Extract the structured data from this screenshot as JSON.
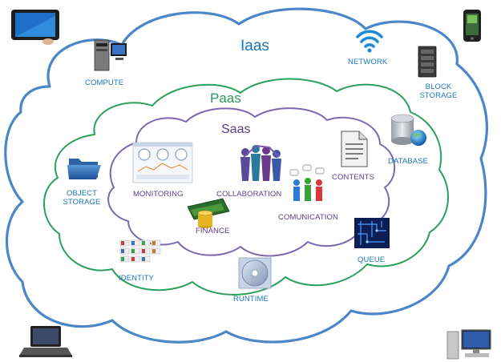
{
  "layers": {
    "iaas": {
      "title": "Iaas",
      "color": "#1b76b8"
    },
    "paas": {
      "title": "Paas",
      "color": "#2a9a5c"
    },
    "saas": {
      "title": "Saas",
      "color": "#5b3e8a"
    }
  },
  "iaas_items": {
    "compute": "COMPUTE",
    "network": "NETWORK",
    "block_storage": [
      "BLOCK",
      "STORAGE"
    ]
  },
  "paas_items": {
    "object_storage": [
      "OBJECT",
      "STORAGE"
    ],
    "database": "DATABASE",
    "identity": "IDENTITY",
    "runtime": "RUNTIME",
    "queue": "QUEUE"
  },
  "saas_items": {
    "monitoring": "MONITORING",
    "collaboration": "COLLABORATION",
    "contents": "CONTENTS",
    "finance": "FINANCE",
    "communication": "COMUNICATION"
  },
  "devices": [
    "tablet-icon",
    "smartphone-icon",
    "laptop-icon",
    "desktop-pc-icon"
  ]
}
